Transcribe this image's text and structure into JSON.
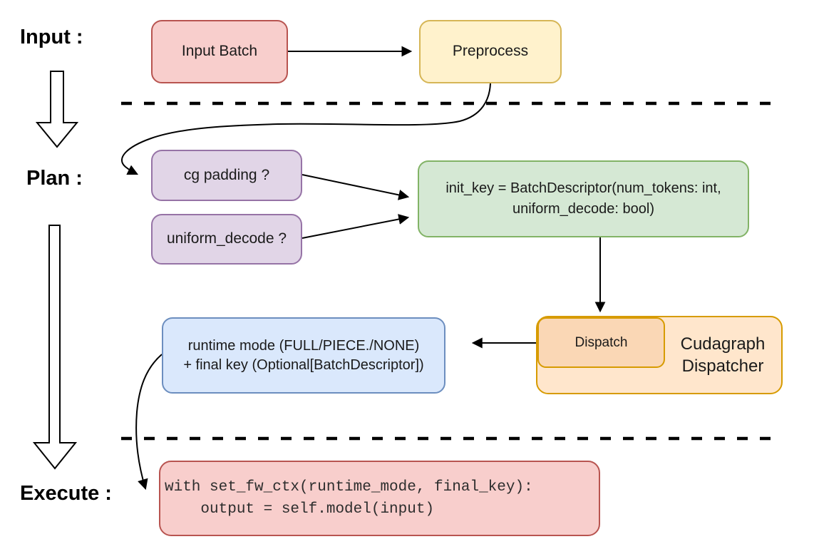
{
  "diagram": {
    "section_labels": {
      "input": "Input :",
      "plan": "Plan :",
      "execute": "Execute :"
    },
    "nodes": {
      "input_batch": "Input Batch",
      "preprocess": "Preprocess",
      "cg_padding": "cg padding ?",
      "uniform_decode": "uniform_decode ?",
      "init_key_line1": "init_key = BatchDescriptor(num_tokens: int,",
      "init_key_line2": "uniform_decode: bool)",
      "dispatch": "Dispatch",
      "dispatcher_line1": "Cudagraph",
      "dispatcher_line2": "Dispatcher",
      "runtime_line1": "runtime mode (FULL/PIECE./NONE)",
      "runtime_line2": "+ final key (Optional[BatchDescriptor])",
      "code_line1": "with set_fw_ctx(runtime_mode, final_key):",
      "code_line2": "    output = self.model(input)"
    },
    "colors": {
      "red_fill": "#F8CECC",
      "red_stroke": "#B85450",
      "yellow_fill": "#FFF2CC",
      "yellow_stroke": "#D6B656",
      "purple_fill": "#E1D5E7",
      "purple_stroke": "#9673A6",
      "green_fill": "#D5E8D4",
      "green_stroke": "#82B366",
      "orange_fill": "#FFE6CC",
      "orange_inner_fill": "#FAD7B5",
      "orange_stroke": "#D79B00",
      "blue_fill": "#DAE8FC",
      "blue_stroke": "#6C8EBF",
      "connector": "#000000",
      "background": "#ffffff"
    }
  }
}
